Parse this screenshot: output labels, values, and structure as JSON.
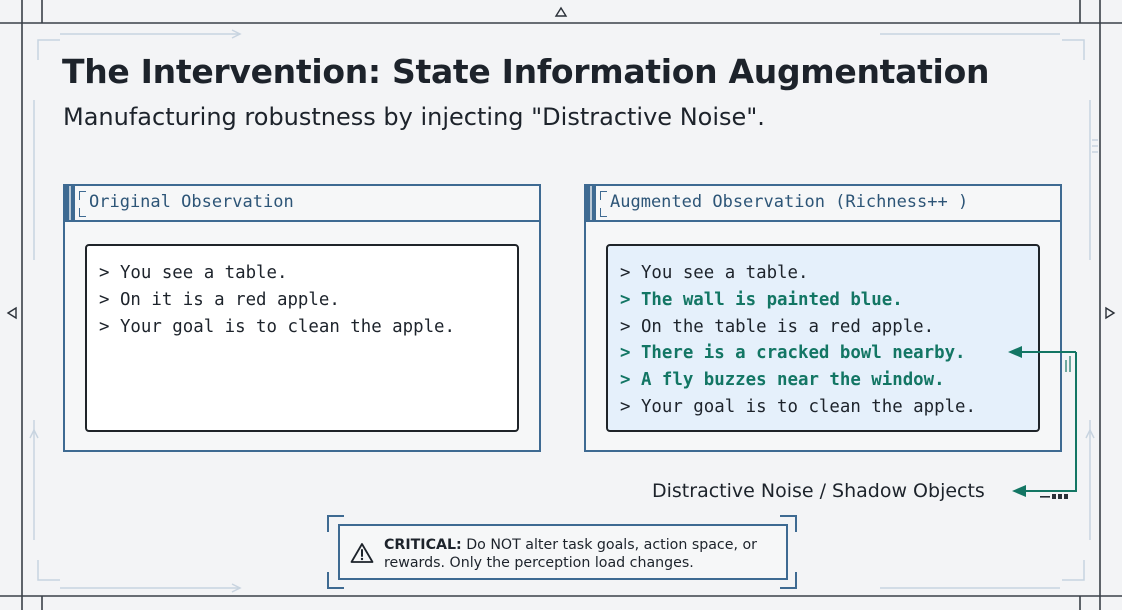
{
  "title": "The Intervention: State Information Augmentation",
  "subtitle": "Manufacturing robustness by injecting \"Distractive Noise\".",
  "original_panel": {
    "label": "Original Observation",
    "lines": [
      "> You see a table.",
      "> On it is a red apple.",
      "> Your goal is to clean the apple."
    ]
  },
  "augmented_panel": {
    "label": "Augmented Observation (Richness++ )",
    "lines": [
      {
        "text": "> You see a table.",
        "noise": false
      },
      {
        "text": "> The wall is painted blue.",
        "noise": true
      },
      {
        "text": "> On the table is a red apple.",
        "noise": false
      },
      {
        "text": "> There is a cracked bowl nearby.",
        "noise": true
      },
      {
        "text": "> A fly buzzes near the window.",
        "noise": true
      },
      {
        "text": "> Your goal is to clean the apple.",
        "noise": false
      }
    ]
  },
  "annotation": {
    "label": "Distractive Noise / Shadow Objects"
  },
  "critical": {
    "prefix": "CRITICAL:",
    "text": "Do NOT alter task goals, action space, or rewards. Only the perception load changes."
  },
  "colors": {
    "frame": "#3e6a92",
    "noise": "#137664",
    "augmented_bg": "#e5f0fb",
    "background": "#f3f4f6"
  },
  "icons": [
    "warning-icon",
    "arrow-left-icon"
  ]
}
